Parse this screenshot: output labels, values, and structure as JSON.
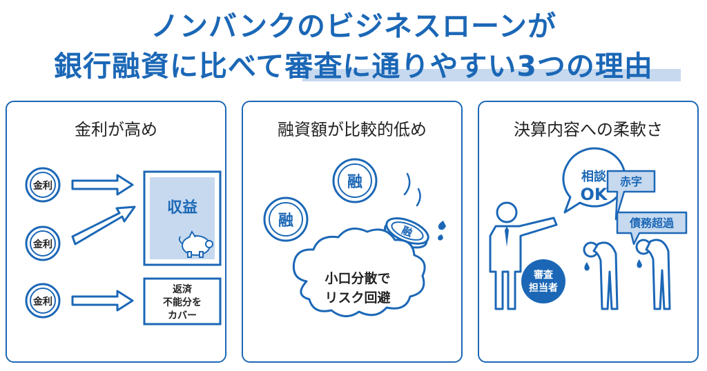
{
  "title": {
    "line1": "ノンバンクのビジネスローンが",
    "line2": "銀行融資に比べて審査に通りやすい3つの理由"
  },
  "panels": [
    {
      "title": "金利が高め",
      "coin_label": "金利",
      "income_label": "収益",
      "cover_label": [
        "返済",
        "不能分を",
        "カバー"
      ]
    },
    {
      "title": "融資額が比較的低め",
      "coin_label": "融",
      "cloud_text": [
        "小口分散で",
        "リスク回避"
      ]
    },
    {
      "title": "決算内容への柔軟さ",
      "speech_label": [
        "相談",
        "OK"
      ],
      "reviewer_label": [
        "審査",
        "担当者"
      ],
      "tag_red": "赤字",
      "tag_debt": "債務超過"
    }
  ],
  "colors": {
    "primary": "#1b67b6",
    "light": "#c6d9ef",
    "text": "#222222"
  }
}
